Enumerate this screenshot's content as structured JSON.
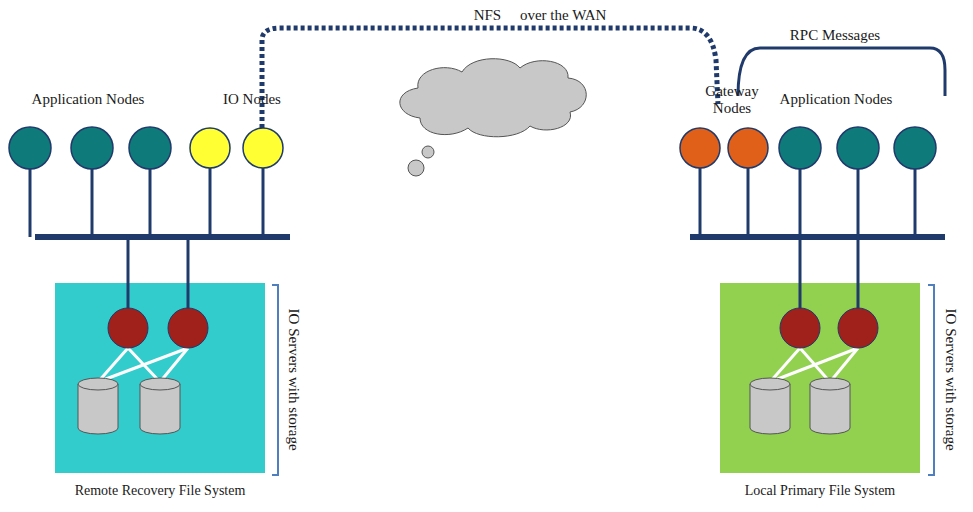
{
  "diagram": {
    "nodes": [
      {
        "text": [
          "Remote Recovery File System"
        ]
      },
      {
        "text": [
          "Local Primary File System"
        ]
      }
    ],
    "labels": [
      "NFS     over the WAN",
      "RPC Messages",
      "Application Nodes",
      "IO Nodes",
      "Gateway Nodes",
      "Application Nodes",
      "IO Servers with storage",
      "IO Servers with storage"
    ]
  }
}
